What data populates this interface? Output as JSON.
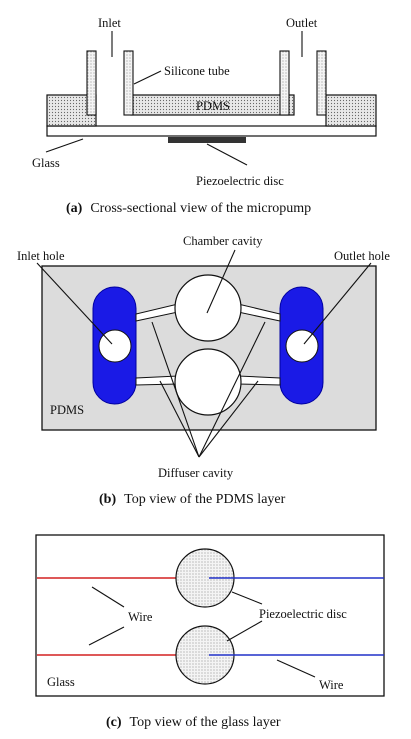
{
  "panel_a": {
    "labels": {
      "inlet": "Inlet",
      "outlet": "Outlet",
      "silicone_tube": "Silicone tube",
      "pdms": "PDMS",
      "glass": "Glass",
      "piezo_disc": "Piezoelectric disc"
    },
    "caption": {
      "tag": "(a)",
      "text": "Cross-sectional view of the micropump"
    }
  },
  "panel_b": {
    "labels": {
      "chamber_cavity": "Chamber cavity",
      "inlet_hole": "Inlet hole",
      "outlet_hole": "Outlet hole",
      "pdms": "PDMS",
      "diffuser_cavity": "Diffuser cavity"
    },
    "caption": {
      "tag": "(b)",
      "text": "Top view of the PDMS layer"
    }
  },
  "panel_c": {
    "labels": {
      "wire_left": "Wire",
      "piezo_disc": "Piezoelectric disc",
      "glass": "Glass",
      "wire_right": "Wire"
    },
    "caption": {
      "tag": "(c)",
      "text": "Top view of the glass layer"
    }
  },
  "colors": {
    "pdms_fill": "#dcdcdc",
    "reservoir_blue": "#1a1ae6",
    "wire_red": "#d42020",
    "wire_blue": "#2030c8",
    "disc_dark": "#333333"
  }
}
